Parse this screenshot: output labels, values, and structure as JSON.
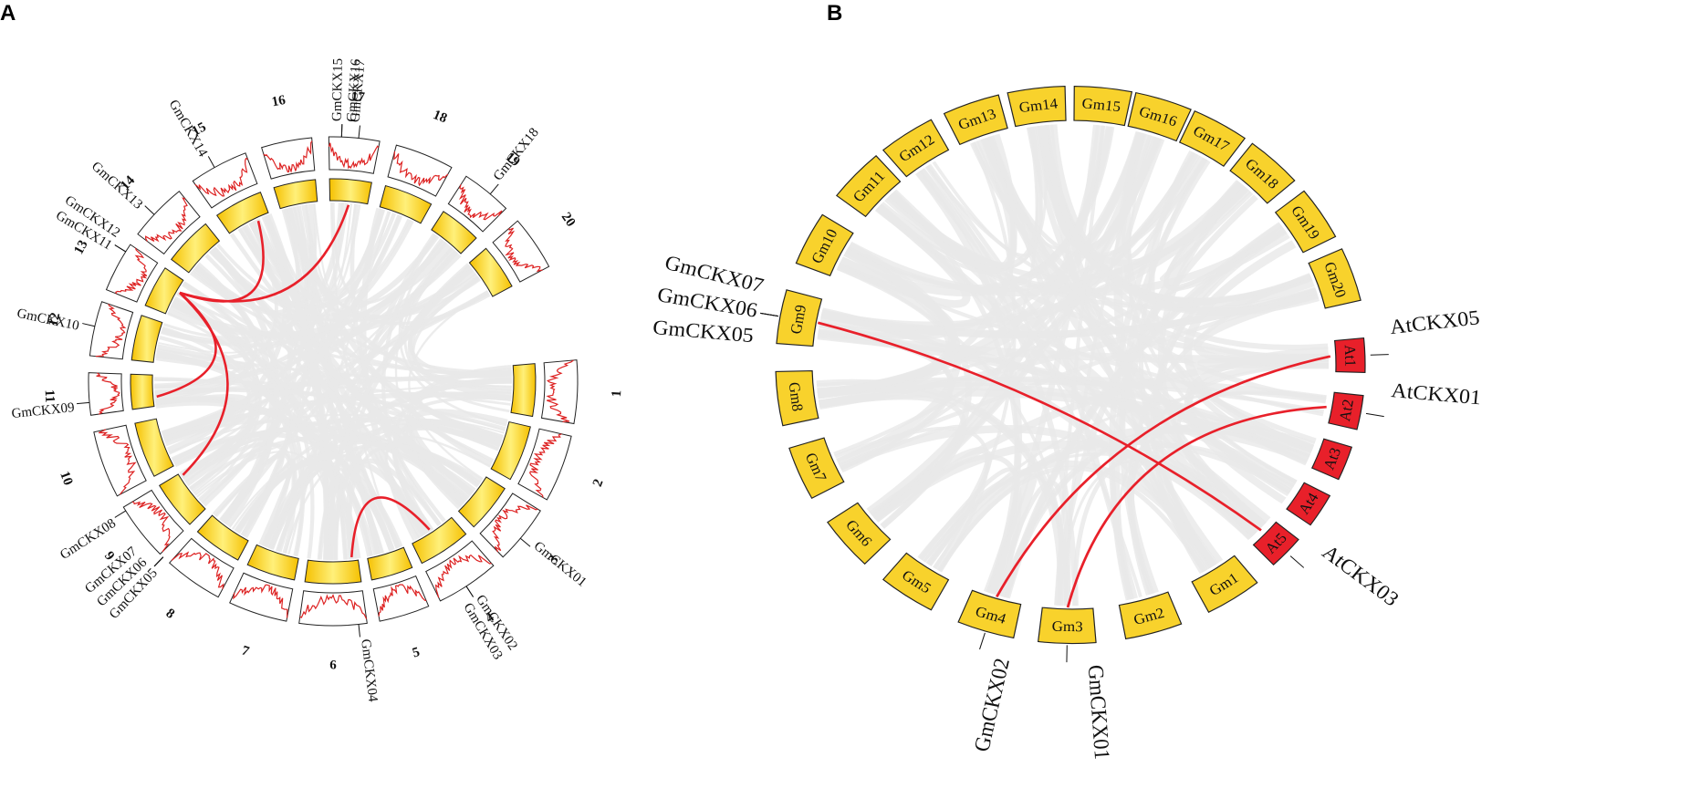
{
  "panel_a": {
    "label": "A",
    "chromosomes": [
      {
        "num": "1",
        "a0": 85,
        "a1": 100
      },
      {
        "num": "2",
        "a0": 103,
        "a1": 119
      },
      {
        "num": "3",
        "a0": 122,
        "a1": 136
      },
      {
        "num": "4",
        "a0": 139,
        "a1": 154
      },
      {
        "num": "5",
        "a0": 157,
        "a1": 169
      },
      {
        "num": "6",
        "a0": 172,
        "a1": 188
      },
      {
        "num": "7",
        "a0": 191,
        "a1": 205
      },
      {
        "num": "8",
        "a0": 208,
        "a1": 222
      },
      {
        "num": "9",
        "a0": 225,
        "a1": 239
      },
      {
        "num": "10",
        "a0": 242,
        "a1": 258
      },
      {
        "num": "11",
        "a0": 262,
        "a1": 272
      },
      {
        "num": "12",
        "a0": 276,
        "a1": 289
      },
      {
        "num": "13",
        "a0": 292,
        "a1": 304
      },
      {
        "num": "14",
        "a0": 307,
        "a1": 321
      },
      {
        "num": "15",
        "a0": 325,
        "a1": 339
      },
      {
        "num": "16",
        "a0": 343,
        "a1": 355
      },
      {
        "num": "17",
        "a0": 359,
        "a1": 371
      },
      {
        "num": "18",
        "a0": 375,
        "a1": 389
      },
      {
        "num": "19",
        "a0": 393,
        "a1": 405
      },
      {
        "num": "20",
        "a0": 409,
        "a1": 422
      }
    ],
    "genes": [
      {
        "name": "GmCKX01",
        "ang": 130
      },
      {
        "name": "GmCKX02",
        "ang": 147
      },
      {
        "name": "GmCKX03",
        "ang": 147
      },
      {
        "name": "GmCKX04",
        "ang": 174
      },
      {
        "name": "GmCKX05",
        "ang": 224
      },
      {
        "name": "GmCKX06",
        "ang": 224
      },
      {
        "name": "GmCKX07",
        "ang": 224
      },
      {
        "name": "GmCKX08",
        "ang": 238
      },
      {
        "name": "GmCKX09",
        "ang": 265
      },
      {
        "name": "GmCKX10",
        "ang": 283
      },
      {
        "name": "GmCKX11",
        "ang": 302
      },
      {
        "name": "GmCKX12",
        "ang": 302
      },
      {
        "name": "GmCKX13",
        "ang": 313
      },
      {
        "name": "GmCKX14",
        "ang": 331
      },
      {
        "name": "GmCKX15",
        "ang": 362
      },
      {
        "name": "GmCKX16",
        "ang": 362
      },
      {
        "name": "GmCKX17",
        "ang": 366
      },
      {
        "name": "GmCKX18",
        "ang": 400
      }
    ],
    "links": [
      [
        147,
        174
      ],
      [
        238,
        300
      ],
      [
        265,
        300
      ],
      [
        300,
        335
      ],
      [
        300,
        365
      ]
    ]
  },
  "panel_b": {
    "label": "B",
    "blocks": [
      {
        "name": "Gm1",
        "ang": 147,
        "type": "soybean"
      },
      {
        "name": "Gm2",
        "ang": 164,
        "type": "soybean"
      },
      {
        "name": "Gm3",
        "ang": 181,
        "type": "soybean"
      },
      {
        "name": "Gm4",
        "ang": 197,
        "type": "soybean"
      },
      {
        "name": "Gm5",
        "ang": 214,
        "type": "soybean"
      },
      {
        "name": "Gm6",
        "ang": 230,
        "type": "soybean"
      },
      {
        "name": "Gm7",
        "ang": 247,
        "type": "soybean"
      },
      {
        "name": "Gm8",
        "ang": 263,
        "type": "soybean"
      },
      {
        "name": "Gm9",
        "ang": 280,
        "type": "soybean"
      },
      {
        "name": "Gm10",
        "ang": 297,
        "type": "soybean"
      },
      {
        "name": "Gm11",
        "ang": 313,
        "type": "soybean"
      },
      {
        "name": "Gm12",
        "ang": 326,
        "type": "soybean"
      },
      {
        "name": "Gm13",
        "ang": 340,
        "type": "soybean"
      },
      {
        "name": "Gm14",
        "ang": 353,
        "type": "soybean"
      },
      {
        "name": "Gm15",
        "ang": 6,
        "type": "soybean"
      },
      {
        "name": "Gm16",
        "ang": 18,
        "type": "soybean"
      },
      {
        "name": "Gm17",
        "ang": 30,
        "type": "soybean"
      },
      {
        "name": "Gm18",
        "ang": 43,
        "type": "soybean"
      },
      {
        "name": "Gm19",
        "ang": 57,
        "type": "soybean"
      },
      {
        "name": "Gm20",
        "ang": 71,
        "type": "soybean"
      },
      {
        "name": "At1",
        "ang": 88,
        "type": "arabidopsis"
      },
      {
        "name": "At2",
        "ang": 100,
        "type": "arabidopsis"
      },
      {
        "name": "At3",
        "ang": 111,
        "type": "arabidopsis"
      },
      {
        "name": "At4",
        "ang": 122,
        "type": "arabidopsis"
      },
      {
        "name": "At5",
        "ang": 133,
        "type": "arabidopsis"
      }
    ],
    "genes": [
      {
        "name": "GmCKX01",
        "ang": 181
      },
      {
        "name": "GmCKX02",
        "ang": 197
      },
      {
        "name": "GmCKX05",
        "ang": 280
      },
      {
        "name": "GmCKX06",
        "ang": 280
      },
      {
        "name": "GmCKX07",
        "ang": 280
      },
      {
        "name": "AtCKX01",
        "ang": 100
      },
      {
        "name": "AtCKX03",
        "ang": 133
      },
      {
        "name": "AtCKX05",
        "ang": 88
      }
    ],
    "links": [
      [
        280,
        133
      ],
      [
        197,
        88
      ],
      [
        181,
        100
      ]
    ]
  },
  "colors": {
    "link": "#e8202a",
    "ribbon": "#e9e9e9",
    "soybean": "#f8d22c",
    "arabidopsis": "#e8202a",
    "density": "#dd2222"
  }
}
